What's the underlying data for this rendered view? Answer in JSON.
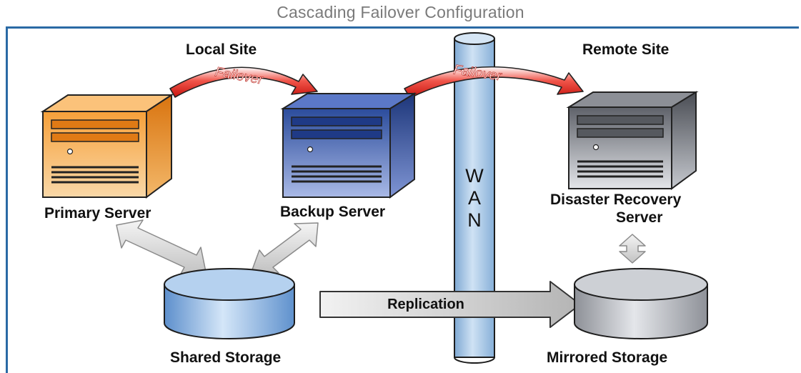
{
  "title": "Cascading Failover Configuration",
  "sites": {
    "local": "Local Site",
    "remote": "Remote Site"
  },
  "servers": {
    "primary": "Primary Server",
    "backup": "Backup Server",
    "disaster_recovery_line1": "Disaster Recovery",
    "disaster_recovery_line2": "Server"
  },
  "storage": {
    "shared": "Shared Storage",
    "mirrored": "Mirrored Storage"
  },
  "arrows": {
    "failover_1": "Failover",
    "failover_2": "Failover",
    "replication": "Replication"
  },
  "network": {
    "wan_letters": [
      "W",
      "A",
      "N"
    ]
  },
  "colors": {
    "frame": "#2a6aa5",
    "failover_arrow": "#e02a20",
    "primary_server": "#f08a1c",
    "backup_server": "#2c4fa0",
    "dr_server": "#6a6d74",
    "wan_pipe": "#a9c8e6",
    "shared_storage": "#8fb8e6",
    "mirrored_storage": "#b9bcc3"
  }
}
